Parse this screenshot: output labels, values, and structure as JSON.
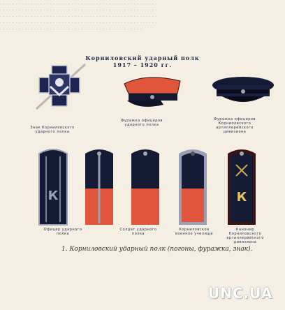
{
  "plate": {
    "title": "Корниловский ударный полк",
    "years": "1917 – 1920 гг.",
    "items": {
      "badge": "Знак Корниловского ударного полка",
      "cap_officer": "Фуражка офицеров ударного полка",
      "cap_artillery": "Фуражка офицеров Корниловского артиллерийского дивизиона",
      "strap_officer": "Офицер ударного полка",
      "strap_soldier": "Солдат ударного полка",
      "strap_school": "Корниловское военное училище",
      "strap_gunner": "Канонир Корниловского артиллерийского дивизиона"
    },
    "strap_letter": "К"
  },
  "caption": "1. Корниловский ударный полк (погоны, фуражка, знак).",
  "watermark": "UNC.UA",
  "colors": {
    "dark_navy": "#151b35",
    "red": "#e0553c",
    "silver": "#9aa1b7",
    "cross": "#1c2550"
  }
}
